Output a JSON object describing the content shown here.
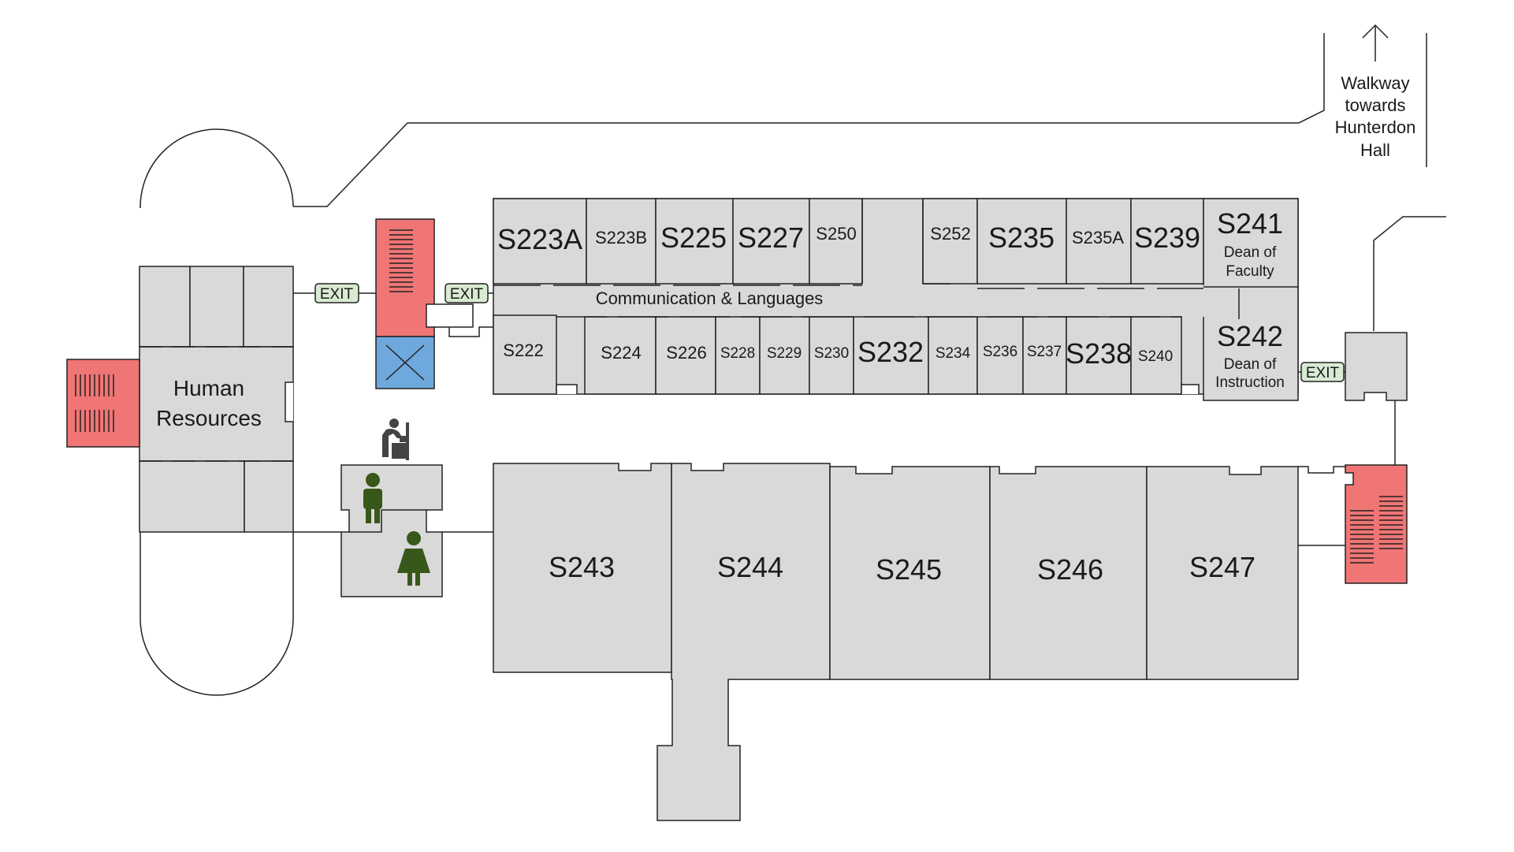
{
  "colors": {
    "room": "#d9d9d9",
    "stair": "#f07575",
    "elevator": "#6fa8dc",
    "exit": "#d9ead3",
    "restroom_icon": "#38571a",
    "walls": "#222222"
  },
  "icons": {
    "north_arrow": "arrow-up-icon",
    "elevator": "elevator-x-icon",
    "fountain": "drinking-fountain-icon",
    "men": "men-restroom-icon",
    "women": "women-restroom-icon"
  },
  "labels": {
    "walkway": [
      "Walkway",
      "towards",
      "Hunterdon",
      "Hall"
    ],
    "hr": [
      "Human",
      "Resources"
    ],
    "corridor": "Communication & Languages",
    "exit": "EXIT",
    "s223a": "S223A",
    "s223b": "S223B",
    "s225": "S225",
    "s227": "S227",
    "s250": "S250",
    "s252": "S252",
    "s235": "S235",
    "s235a": "S235A",
    "s239": "S239",
    "s241": "S241",
    "s241_sub": [
      "Dean of",
      "Faculty"
    ],
    "s222": "S222",
    "s224": "S224",
    "s226": "S226",
    "s228": "S228",
    "s229": "S229",
    "s230": "S230",
    "s232": "S232",
    "s234": "S234",
    "s236": "S236",
    "s237": "S237",
    "s238": "S238",
    "s240": "S240",
    "s242": "S242",
    "s242_sub": [
      "Dean of",
      "Instruction"
    ],
    "s243": "S243",
    "s244": "S244",
    "s245": "S245",
    "s246": "S246",
    "s247": "S247"
  }
}
